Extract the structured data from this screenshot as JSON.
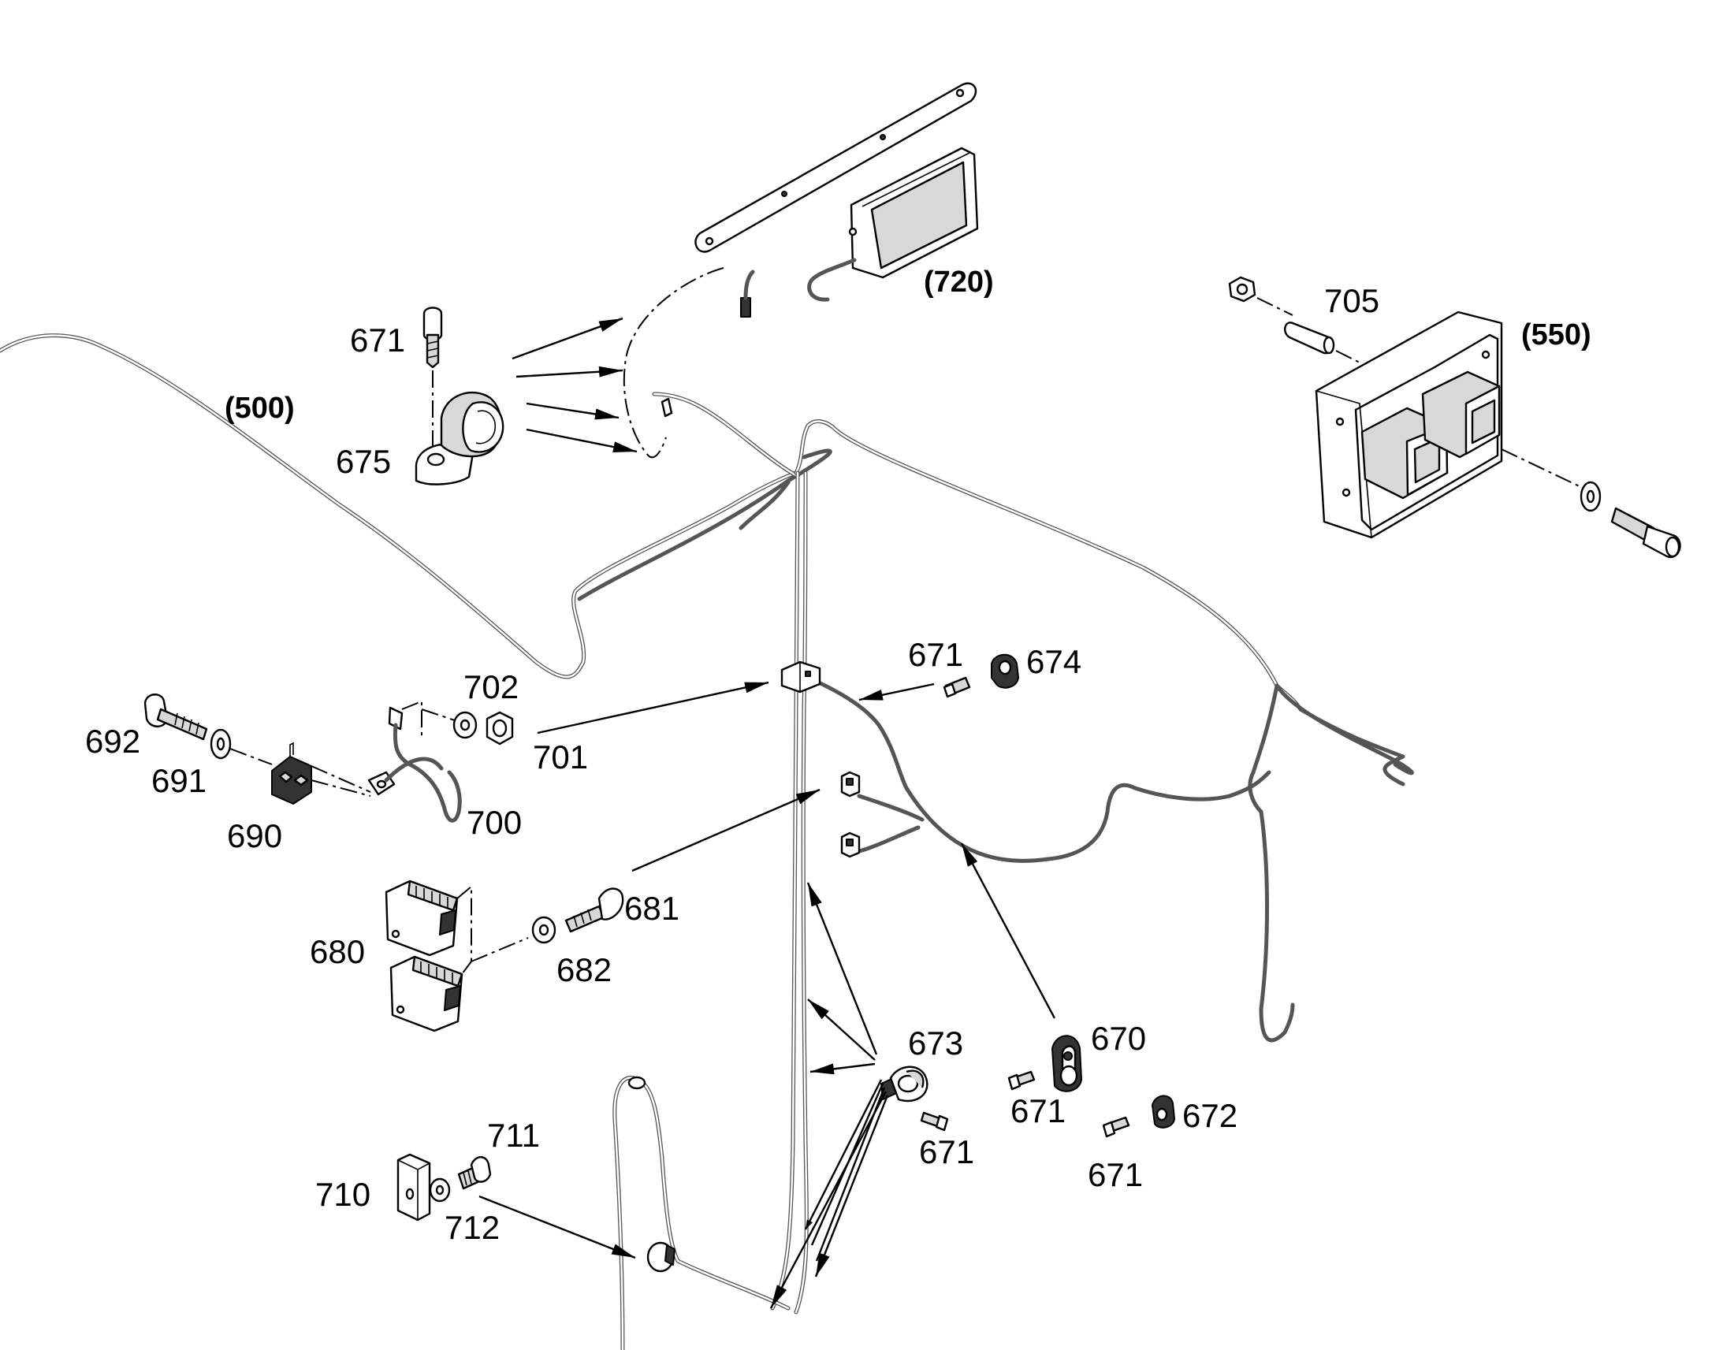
{
  "labels": {
    "p500": "(500)",
    "p550": "(550)",
    "p720": "(720)",
    "p671_a": "671",
    "p675": "675",
    "p705": "705",
    "p671_b": "671",
    "p674": "674",
    "p702": "702",
    "p692": "692",
    "p701": "701",
    "p691": "691",
    "p690": "690",
    "p700": "700",
    "p681": "681",
    "p680": "680",
    "p682": "682",
    "p673": "673",
    "p670": "670",
    "p671_c": "671",
    "p671_d": "671",
    "p672": "672",
    "p711": "711",
    "p671_e": "671",
    "p710": "710",
    "p712": "712"
  },
  "colors": {
    "line": "#000000",
    "wire": "#555555",
    "fill_light": "#d8d8d8",
    "fill_dark": "#333333"
  }
}
